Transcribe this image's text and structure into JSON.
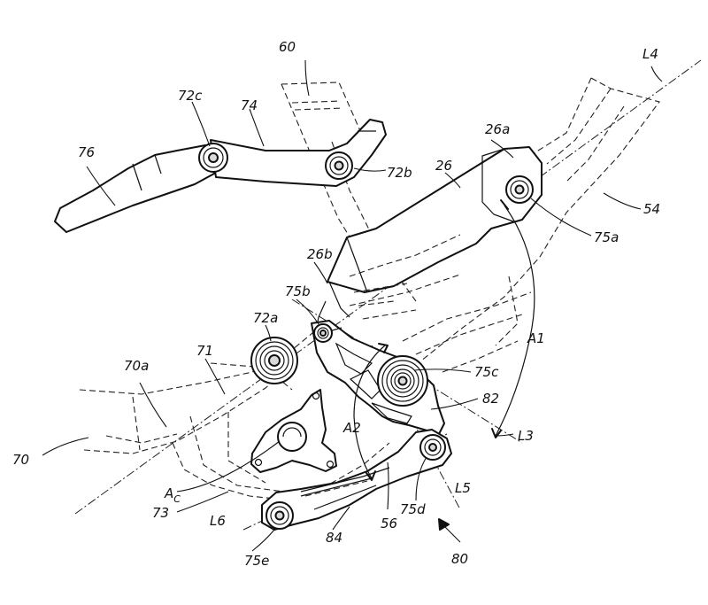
{
  "labels": {
    "l60": "60",
    "l72c": "72c",
    "l74": "74",
    "l76": "76",
    "l72b": "72b",
    "l26a": "26a",
    "l26": "26",
    "lL4": "L4",
    "l54": "54",
    "l75a": "75a",
    "l26b": "26b",
    "l75b": "75b",
    "l72a": "72a",
    "l70a": "70a",
    "l71": "71",
    "l75c": "75c",
    "l82": "82",
    "lA1": "A1",
    "lL3": "L3",
    "l70": "70",
    "lA2": "A2",
    "lAc": "A",
    "lAcSub": "C",
    "l73": "73",
    "lL5": "L5",
    "lL6": "L6",
    "l75d": "75d",
    "l56": "56",
    "l84": "84",
    "l80": "80",
    "l75e": "75e"
  }
}
